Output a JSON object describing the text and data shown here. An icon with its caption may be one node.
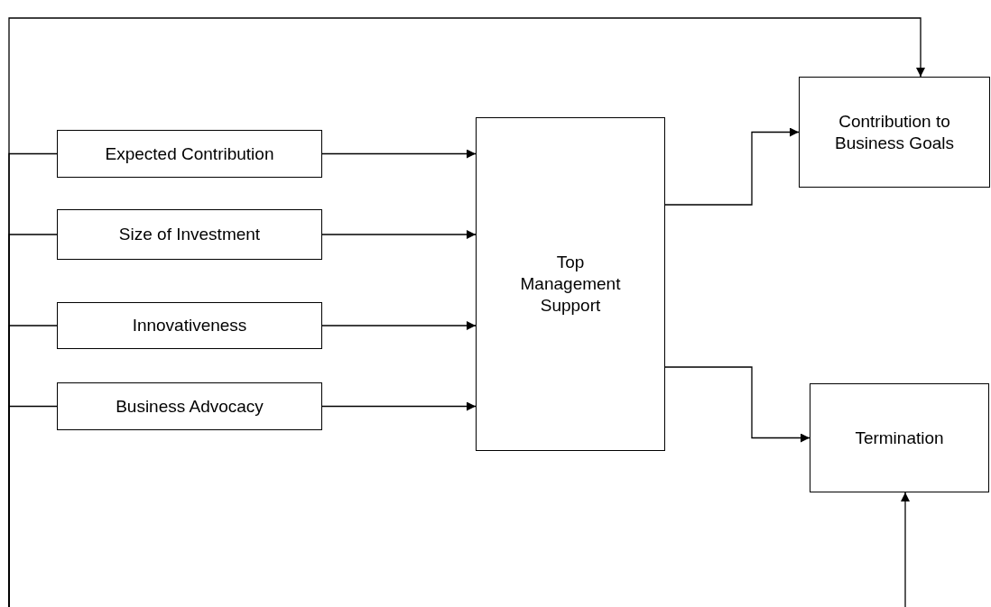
{
  "diagram": {
    "nodes": [
      {
        "text": [
          "Expected Contribution"
        ]
      },
      {
        "text": [
          "Size of Investment"
        ]
      },
      {
        "text": [
          "Innovativeness"
        ]
      },
      {
        "text": [
          "Business Advocacy"
        ]
      },
      {
        "text": [
          "Top Management Support"
        ]
      },
      {
        "text": [
          "Contribution to Business Goals"
        ]
      },
      {
        "text": [
          "Termination"
        ]
      }
    ],
    "edges": [
      {
        "from": 0,
        "to": 4,
        "arrow": "to"
      },
      {
        "from": 1,
        "to": 4,
        "arrow": "to"
      },
      {
        "from": 2,
        "to": 4,
        "arrow": "to"
      },
      {
        "from": 3,
        "to": 4,
        "arrow": "to"
      },
      {
        "from": 4,
        "to": 5,
        "arrow": "to"
      },
      {
        "from": 4,
        "to": 6,
        "arrow": "to"
      },
      {
        "from": null,
        "to": 5,
        "arrow": "to"
      },
      {
        "from": null,
        "to": 0,
        "arrow": "none"
      },
      {
        "from": null,
        "to": 1,
        "arrow": "none"
      },
      {
        "from": null,
        "to": 2,
        "arrow": "none"
      },
      {
        "from": null,
        "to": 3,
        "arrow": "none"
      },
      {
        "from": null,
        "to": 6,
        "arrow": "to"
      }
    ]
  }
}
